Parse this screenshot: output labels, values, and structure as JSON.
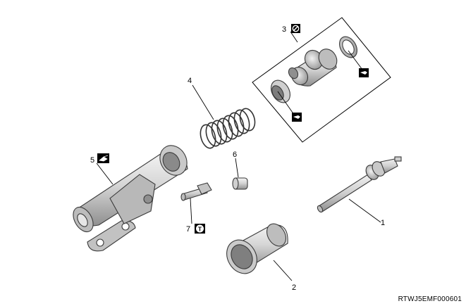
{
  "callouts": {
    "c1": "1",
    "c2": "2",
    "c3": "3",
    "c4": "4",
    "c5": "5",
    "c6": "6",
    "c7": "7"
  },
  "reference_code": "RTWJ5EMF000601",
  "icons": {
    "no_reuse": "prohibition-icon",
    "grease_a": "grease-tube-icon",
    "grease_b": "grease-tube-icon",
    "oil": "oil-can-icon",
    "torque": "torque-T-icon"
  },
  "colors": {
    "part_fill": "#d9d9d9",
    "part_shadow": "#9c9c9c",
    "part_light": "#f2f2f2",
    "line": "#000000"
  }
}
